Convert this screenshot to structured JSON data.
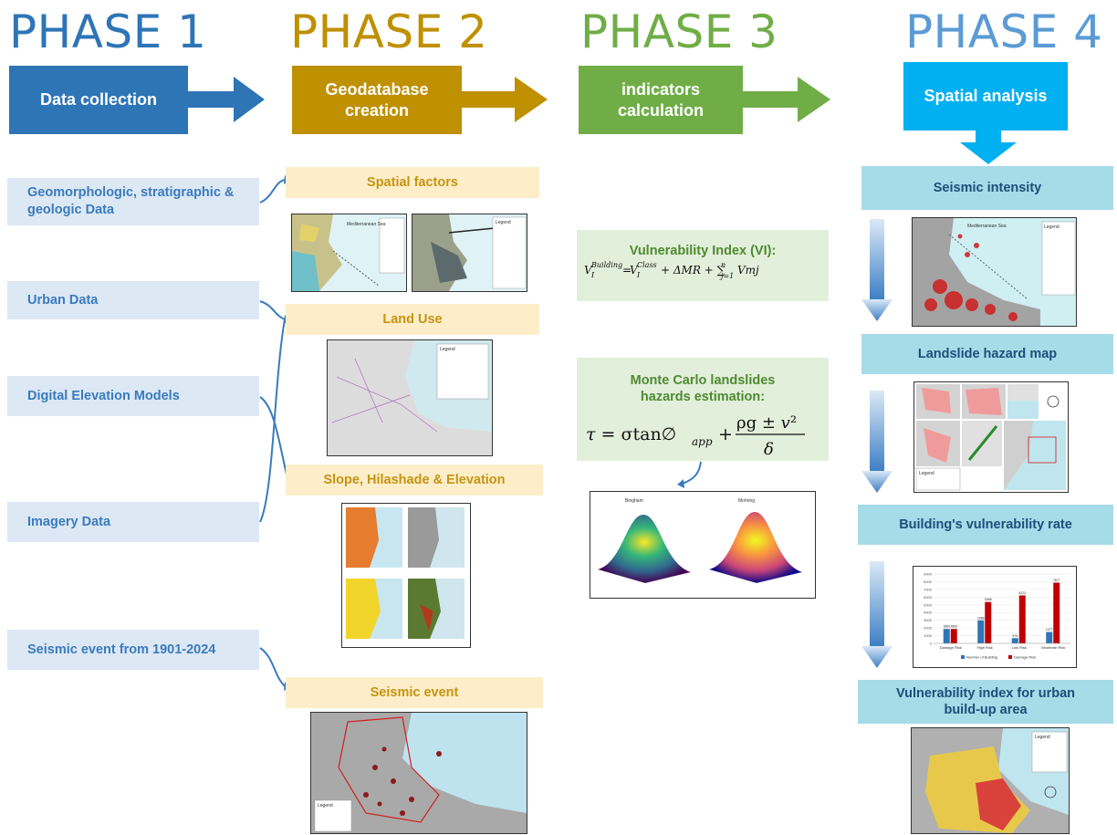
{
  "phases": [
    {
      "title": "PHASE 1",
      "step": "Data collection",
      "color": "#2e75b6"
    },
    {
      "title": "PHASE 2",
      "step": "Geodatabase creation",
      "color": "#bf9000"
    },
    {
      "title": "PHASE 3",
      "step": "indicators calculation",
      "color": "#70ad47"
    },
    {
      "title": "PHASE 4",
      "step": "Spatial analysis",
      "color": "#00b0f0"
    }
  ],
  "phase_title_colors": [
    "#2e75b6",
    "#bf9000",
    "#70ad47",
    "#5b9bd5"
  ],
  "data_sources": [
    "Geomorphologic, stratigraphic & geologic Data",
    "Urban Data",
    "Digital Elevation Models",
    "Imagery Data",
    "Seismic event from 1901-2024"
  ],
  "factors": [
    "Spatial factors",
    "Land Use",
    "Slope, Hilashade & Elevation",
    "Seismic event"
  ],
  "indicators": {
    "vi_title": "Vulnerability Index (VI):",
    "mc_title": "Monte Carlo landslides hazards estimation:"
  },
  "analysis_steps": [
    "Seismic intensity",
    "Landslide hazard map",
    "Building's vulnerability rate",
    "Vulnerability index for urban build-up area"
  ],
  "map_labels": {
    "sea": "Mediterranean Sea",
    "legend": "Legend",
    "bingham": "Bingham",
    "mohr": "Mohring"
  },
  "chart_data": {
    "type": "bar",
    "categories": [
      "Damage Risk",
      "High Risk",
      "Low Risk",
      "Moderate Risk"
    ],
    "series": [
      {
        "name": "Number of Building",
        "color": "#2e75b6",
        "values": [
          1869,
          2988,
          676,
          1477
        ]
      },
      {
        "name": "Damage Risk",
        "color": "#c00000",
        "values": [
          1869,
          5368,
          6223,
          7877
        ]
      }
    ],
    "ylim": [
      0,
      9000
    ],
    "y_ticks": [
      0,
      1000,
      2000,
      3000,
      4000,
      5000,
      6000,
      7000,
      8000,
      9000
    ],
    "legend_position": "bottom"
  }
}
